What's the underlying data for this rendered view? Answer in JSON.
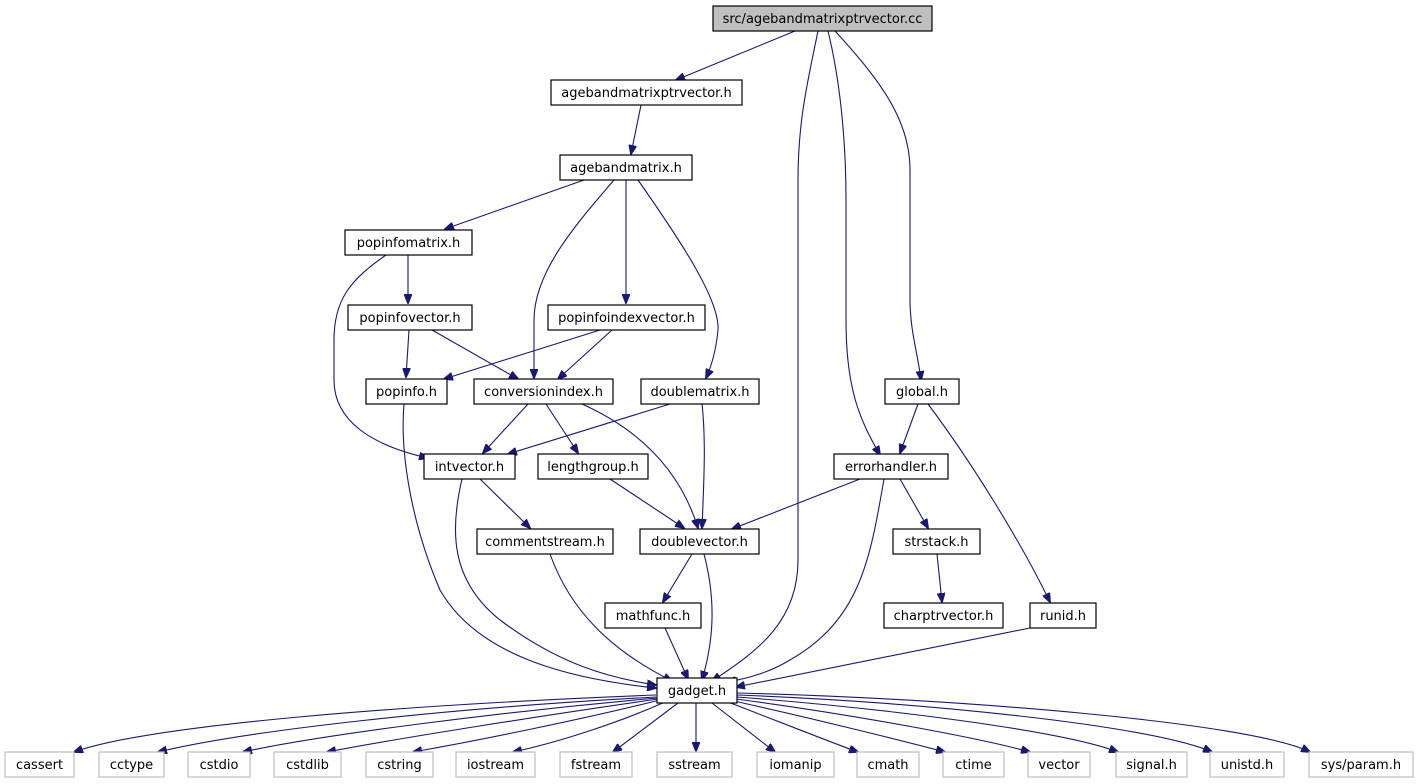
{
  "colors": {
    "edge": "#191970",
    "root_fill": "#bfbfbf",
    "node_border": "#000000",
    "system_border": "#bfbfbf",
    "background": "#ffffff"
  },
  "nodes": {
    "root": "src/agebandmatrixptrvector.cc",
    "agebandmatrixptrvector": "agebandmatrixptrvector.h",
    "agebandmatrix": "agebandmatrix.h",
    "popinfomatrix": "popinfomatrix.h",
    "popinfovector": "popinfovector.h",
    "popinfoindexvector": "popinfoindexvector.h",
    "popinfo": "popinfo.h",
    "conversionindex": "conversionindex.h",
    "doublematrix": "doublematrix.h",
    "global": "global.h",
    "intvector": "intvector.h",
    "lengthgroup": "lengthgroup.h",
    "errorhandler": "errorhandler.h",
    "commentstream": "commentstream.h",
    "doublevector": "doublevector.h",
    "strstack": "strstack.h",
    "mathfunc": "mathfunc.h",
    "charptrvector": "charptrvector.h",
    "runid": "runid.h",
    "gadget": "gadget.h",
    "cassert": "cassert",
    "cctype": "cctype",
    "cstdio": "cstdio",
    "cstdlib": "cstdlib",
    "cstring": "cstring",
    "iostream": "iostream",
    "fstream": "fstream",
    "sstream": "sstream",
    "iomanip": "iomanip",
    "cmath": "cmath",
    "ctime": "ctime",
    "vector": "vector",
    "signal": "signal.h",
    "unistd": "unistd.h",
    "sysparam": "sys/param.h"
  }
}
